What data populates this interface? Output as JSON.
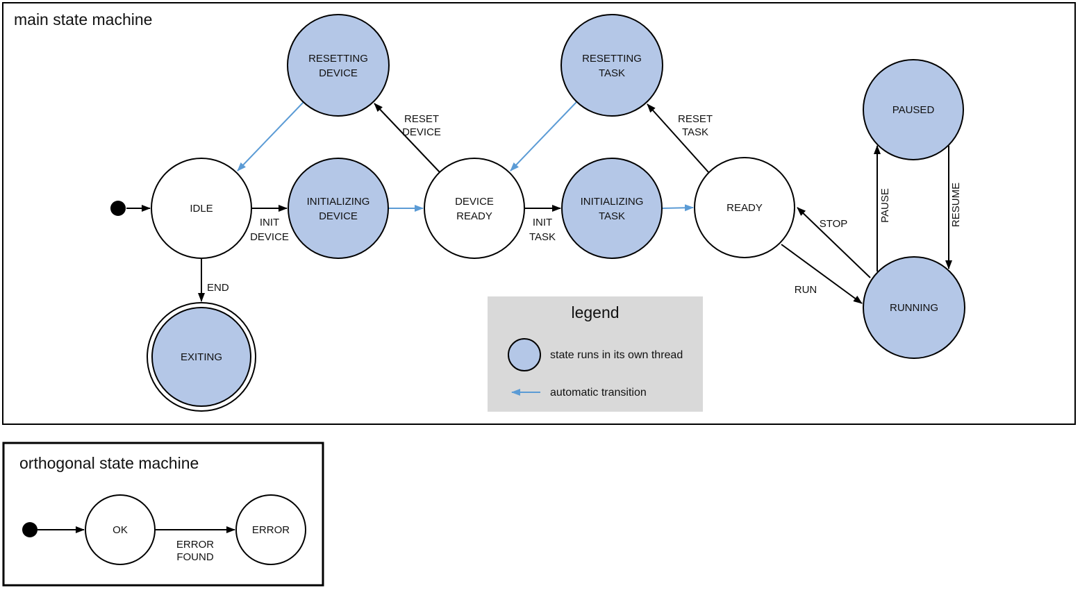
{
  "colors": {
    "thread_state_fill": "#b4c7e7",
    "plain_state_fill": "#ffffff",
    "auto_transition": "#5b9bd5",
    "legend_bg": "#d9d9d9"
  },
  "main_machine": {
    "title": "main state machine",
    "states": {
      "idle": "IDLE",
      "resetting_device": {
        "l1": "RESETTING",
        "l2": "DEVICE"
      },
      "initializing_device": {
        "l1": "INITIALIZING",
        "l2": "DEVICE"
      },
      "device_ready": {
        "l1": "DEVICE",
        "l2": "READY"
      },
      "resetting_task": {
        "l1": "RESETTING",
        "l2": "TASK"
      },
      "initializing_task": {
        "l1": "INITIALIZING",
        "l2": "TASK"
      },
      "ready": "READY",
      "paused": "PAUSED",
      "running": "RUNNING",
      "exiting": "EXITING"
    },
    "transitions": {
      "init_device": {
        "l1": "INIT",
        "l2": "DEVICE"
      },
      "reset_device": {
        "l1": "RESET",
        "l2": "DEVICE"
      },
      "init_task": {
        "l1": "INIT",
        "l2": "TASK"
      },
      "reset_task": {
        "l1": "RESET",
        "l2": "TASK"
      },
      "end": "END",
      "stop": "STOP",
      "run": "RUN",
      "pause": "PAUSE",
      "resume": "RESUME"
    }
  },
  "legend": {
    "title": "legend",
    "thread_state_label": "state runs in its own thread",
    "auto_transition_label": "automatic transition"
  },
  "orthogonal_machine": {
    "title": "orthogonal state machine",
    "states": {
      "ok": "OK",
      "error": "ERROR"
    },
    "transitions": {
      "error_found": {
        "l1": "ERROR",
        "l2": "FOUND"
      }
    }
  }
}
